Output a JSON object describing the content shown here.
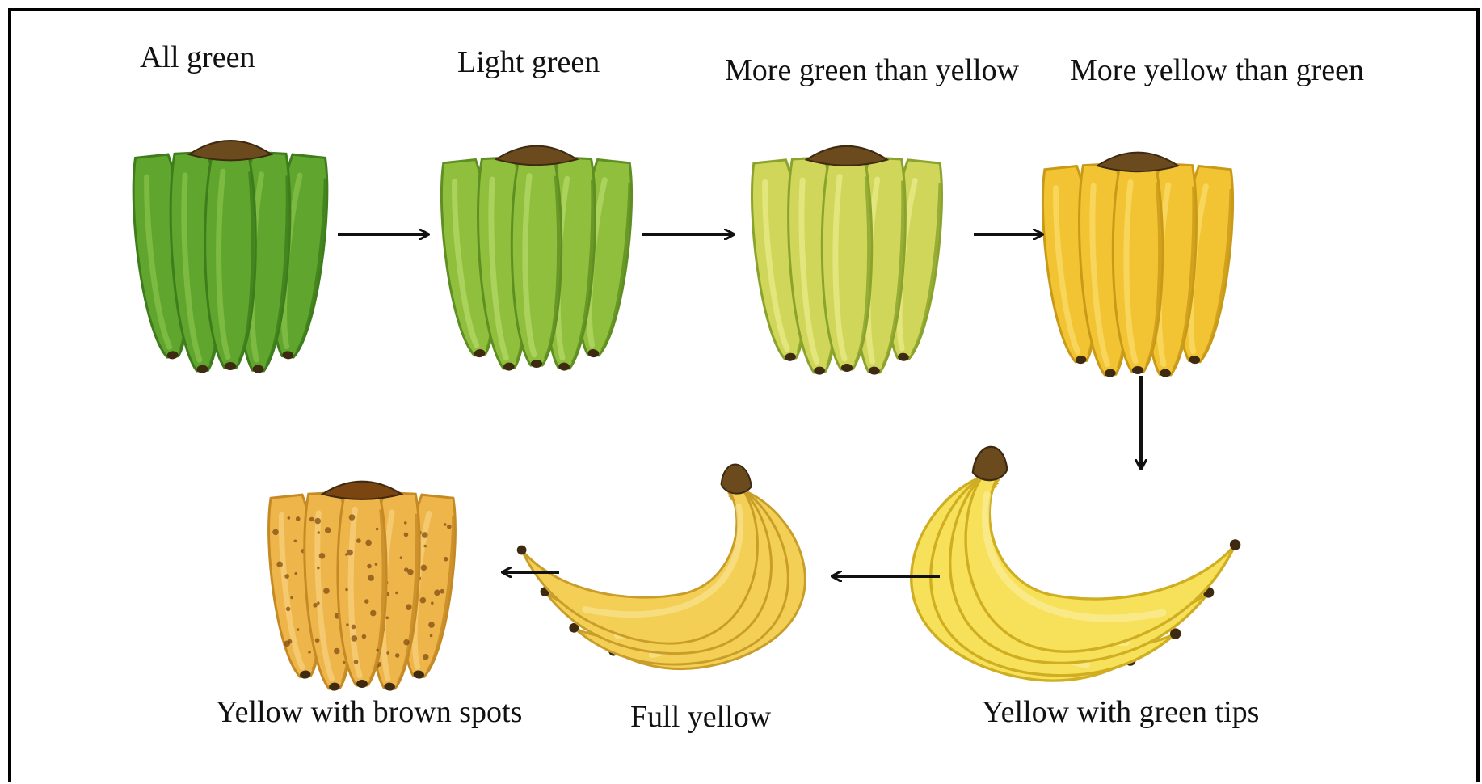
{
  "stages": [
    {
      "id": "all-green",
      "label": "All green",
      "peel": "#5fa52e",
      "shade": "#3f7d1c",
      "highlight": "#86c24a"
    },
    {
      "id": "light-green",
      "label": "Light green",
      "peel": "#8fbf3c",
      "shade": "#5f8f22",
      "highlight": "#b5d86a"
    },
    {
      "id": "more-green-than-yellow",
      "label": "More green than yellow",
      "peel": "#cfd65a",
      "shade": "#8aa32c",
      "highlight": "#e9e98a"
    },
    {
      "id": "more-yellow-than-green",
      "label": "More yellow than green",
      "peel": "#f2c433",
      "shade": "#c99a18",
      "highlight": "#f9dc6a"
    },
    {
      "id": "yellow-with-green-tips",
      "label": "Yellow with green tips",
      "peel": "#f7e15a",
      "shade": "#cfae22",
      "highlight": "#fbee9a"
    },
    {
      "id": "full-yellow",
      "label": "Full yellow",
      "peel": "#f3cf55",
      "shade": "#c99d2a",
      "highlight": "#f8e28e"
    },
    {
      "id": "yellow-with-brown-spots",
      "label": "Yellow with brown spots",
      "peel": "#eeb64a",
      "shade": "#c58a24",
      "highlight": "#f5cf7e",
      "spots": "#7a4510"
    }
  ],
  "colors": {
    "stem": "#6b4a1e",
    "stem_dark": "#3d2a10",
    "arrow": "#111111",
    "border": "#000000"
  }
}
